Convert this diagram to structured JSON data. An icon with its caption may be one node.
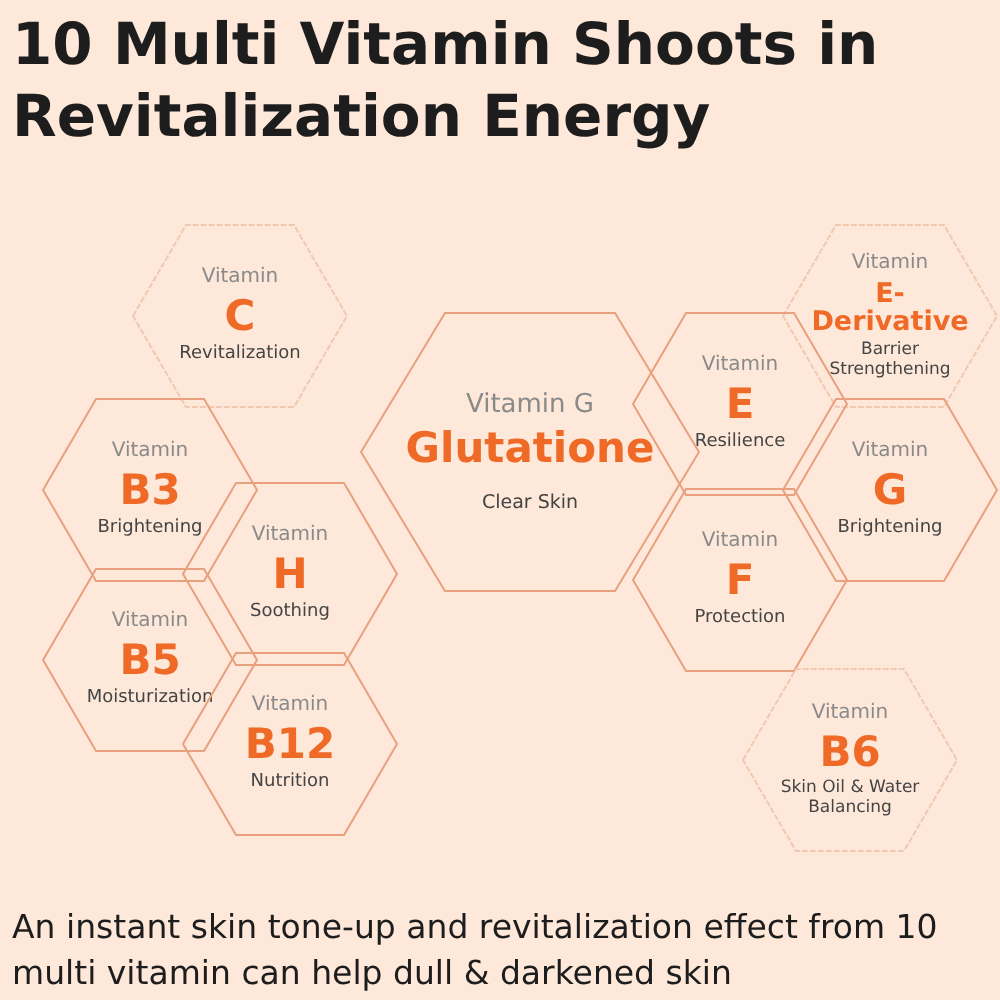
{
  "diagram": {
    "title": "10 Multi Vitamin Shoots in Revitalization Energy",
    "caption": "An instant skin tone-up and revitalization effect from 10 multi vitamin can help dull & darkened skin",
    "nodes": [
      {
        "text": [
          "Vitamin",
          "C",
          "Revitalization"
        ]
      },
      {
        "text": [
          "Vitamin",
          "E-Derivative",
          "Barrier Strengthening"
        ]
      },
      {
        "text": [
          "Vitamin",
          "E",
          "Resilience"
        ]
      },
      {
        "text": [
          "Vitamin G",
          "Glutatione",
          "Clear Skin"
        ]
      },
      {
        "text": [
          "Vitamin",
          "B3",
          "Brightening"
        ]
      },
      {
        "text": [
          "Vitamin",
          "H",
          "Soothing"
        ]
      },
      {
        "text": [
          "Vitamin",
          "G",
          "Brightening"
        ]
      },
      {
        "text": [
          "Vitamin",
          "F",
          "Protection"
        ]
      },
      {
        "text": [
          "Vitamin",
          "B5",
          "Moisturization"
        ]
      },
      {
        "text": [
          "Vitamin",
          "B12",
          "Nutrition"
        ]
      },
      {
        "text": [
          "Vitamin",
          "B6",
          "Skin Oil & Water Balancing"
        ]
      }
    ],
    "edges": []
  }
}
